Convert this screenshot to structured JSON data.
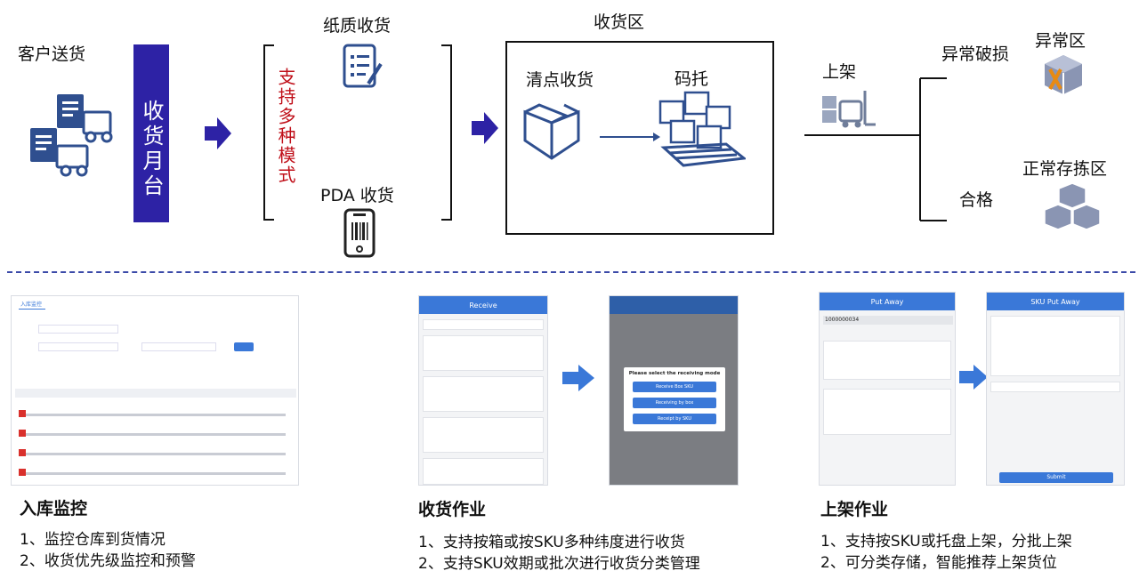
{
  "top": {
    "customer_delivery": "客户送货",
    "dock_label": "收货月台",
    "paper_receipt": "纸质收货",
    "multi_mode": "支持多种模式",
    "pda_receipt": "PDA 收货",
    "receiving_area": "收货区",
    "count_receipt": "清点收货",
    "palletize": "码托",
    "put_away": "上架",
    "abnormal_damage": "异常破损",
    "abnormal_area": "异常区",
    "qualified": "合格",
    "normal_storage_area": "正常存拣区"
  },
  "sections": [
    {
      "title": "入库监控",
      "items": [
        "1、监控仓库到货情况",
        "2、收货优先级监控和预警"
      ]
    },
    {
      "title": "收货作业",
      "items": [
        "1、支持按箱或按SKU多种纬度进行收货",
        "2、支持SKU效期或批次进行收货分类管理"
      ]
    },
    {
      "title": "上架作业",
      "items": [
        "1、支持按SKU或托盘上架，分批上架",
        "2、可分类存储，智能推荐上架货位"
      ]
    }
  ],
  "screens": {
    "receive_title": "Receive",
    "receive_modal_title": "Please select the receiving mode",
    "receive_modal_options": [
      "Receive Box SKU",
      "Receiving by box",
      "Receipt by SKU"
    ],
    "putaway_title": "Put Away",
    "sku_putaway_title": "SKU Put Away",
    "putaway_sku": "1000000034",
    "submit_label": "Submit",
    "monitor_tab": "入库监控"
  },
  "colors": {
    "dock": "#2d22a5",
    "mode_text": "#c0101a",
    "accent_blue": "#3a78d8",
    "icon_blue": "#2f4f8f",
    "divider": "#3b4aa8"
  }
}
